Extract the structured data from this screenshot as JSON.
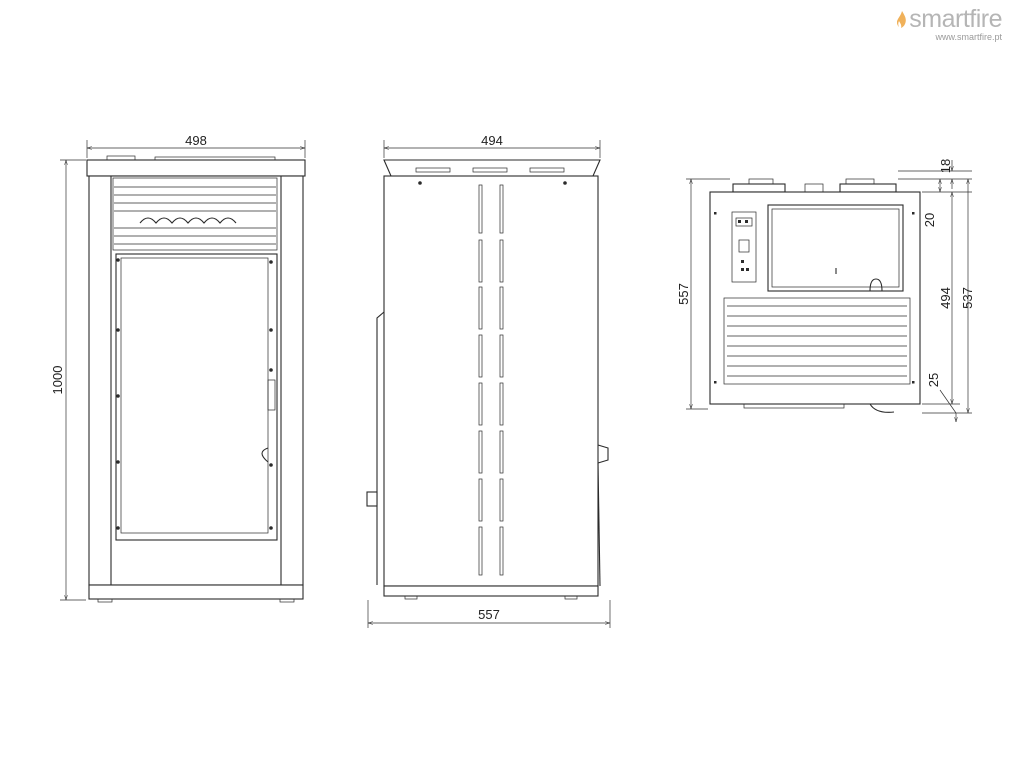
{
  "brand": {
    "name": "smartfire",
    "url": "www.smartfire.pt",
    "accent_color": "#f0b15a"
  },
  "front_view": {
    "width_label": "498",
    "height_label": "1000"
  },
  "side_view": {
    "top_width_label": "494",
    "bottom_width_label": "557"
  },
  "top_view": {
    "depth_label": "557",
    "outlet_height_label": "18",
    "collar_label": "20",
    "body_label": "494",
    "overall_label": "537",
    "offset_label": "25"
  }
}
